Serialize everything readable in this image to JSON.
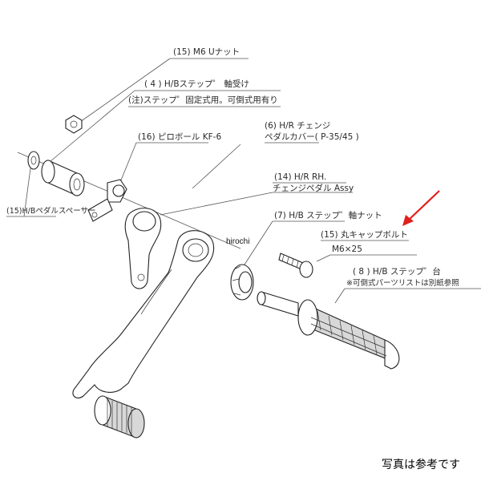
{
  "labels": {
    "l15a": "(15) M6 Uナット",
    "l4a": "( 4 )  H/Bステップ゜ 軸受け",
    "l4b": "(注)ステップ゜固定式用。可倒式用有り",
    "l16": "(16) ピロボール KF-6",
    "l6a": "(6) H/R チェンジ",
    "l6b": "ペダルカバー( P-35/45 )",
    "l14a": "(14) H/R RH.",
    "l14b": "チェンジペダル Assy",
    "l7": "(7) H/B ステップ゜軸ナット",
    "l15b": "(15) 丸キャップボルト",
    "l15c": "M6×25",
    "l8a": "( 8 )  H/B  ステップ゜台",
    "l8b": "※可倒式パーツリストは別紙参照",
    "l15d": "(15)H/Bペダルスペーサー"
  },
  "watermark": "hirochi",
  "caption": "写真は参考です",
  "colors": {
    "arrow": "#e0201c",
    "line": "#555555"
  }
}
